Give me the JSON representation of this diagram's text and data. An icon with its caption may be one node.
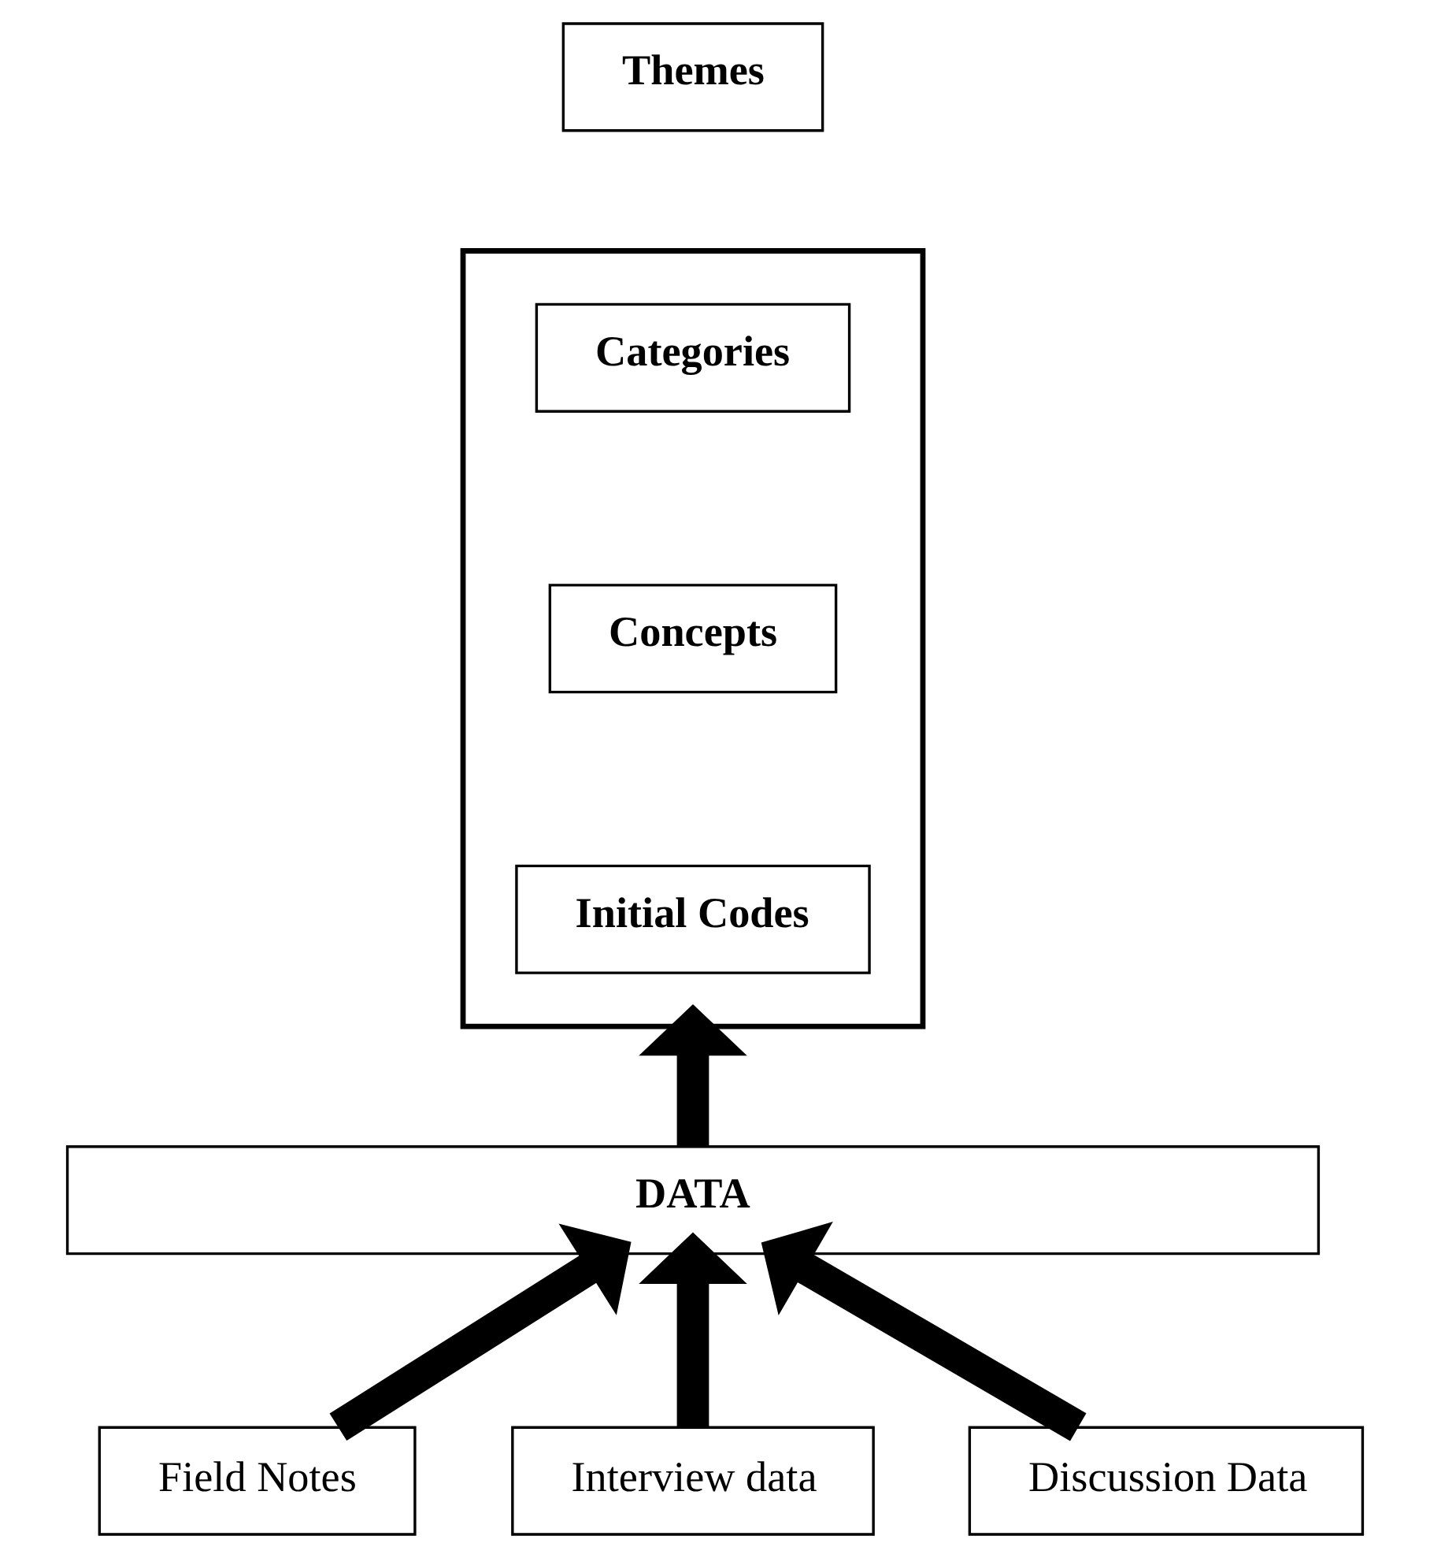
{
  "diagram": {
    "nodes": [
      {
        "text": [
          "Themes"
        ]
      },
      {
        "text": [],
        "shape": "triangle"
      },
      {
        "text": [
          "Categories"
        ],
        "in": 1
      },
      {
        "text": [
          "Concepts"
        ],
        "in": 1
      },
      {
        "text": [
          "Initial Codes"
        ],
        "in": 1
      },
      {
        "text": [
          "DATA"
        ]
      },
      {
        "text": [
          "Field Notes"
        ]
      },
      {
        "text": [
          "Interview data"
        ]
      },
      {
        "text": [
          "Discussion Data"
        ]
      }
    ],
    "edges": [
      {
        "from": 5,
        "to": 1,
        "arrow": "to"
      },
      {
        "from": 6,
        "to": 5,
        "arrow": "to"
      },
      {
        "from": 7,
        "to": 5,
        "arrow": "to"
      },
      {
        "from": 8,
        "to": 5,
        "arrow": "to"
      }
    ]
  }
}
